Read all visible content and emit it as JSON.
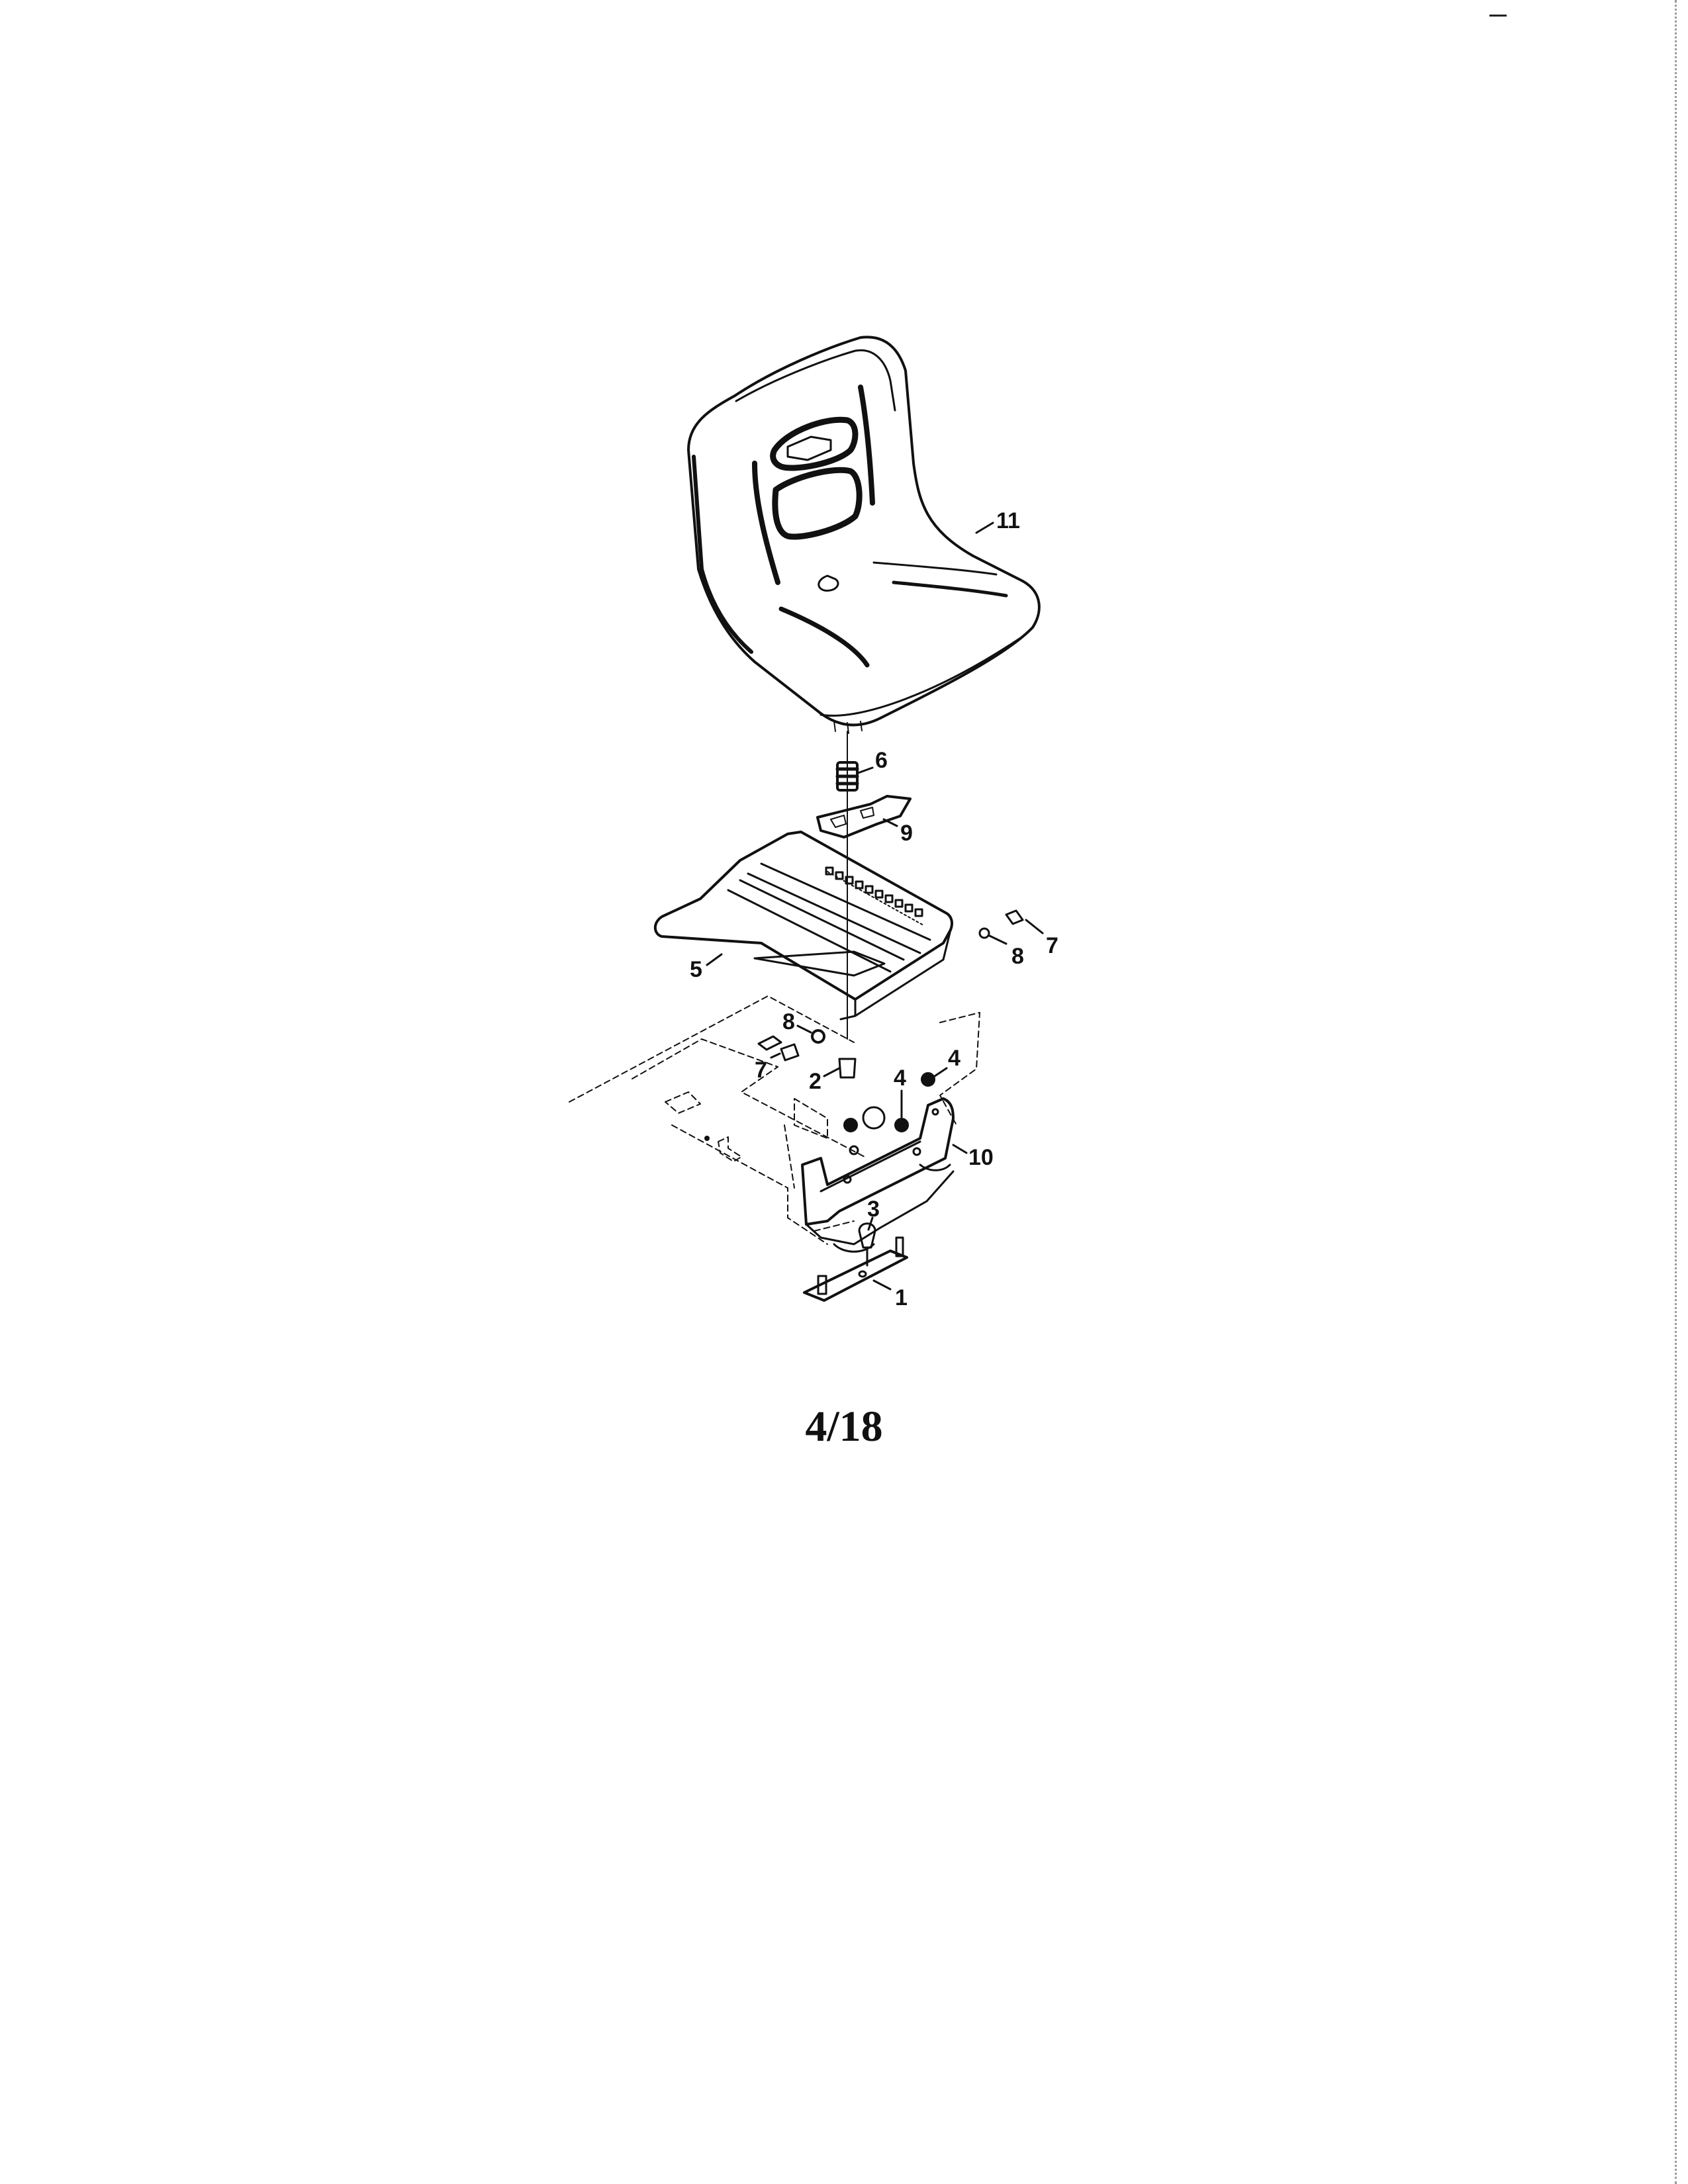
{
  "page": {
    "page_number": "4/18"
  },
  "diagram": {
    "callouts": [
      {
        "id": "c11",
        "label": "11",
        "part": "seat"
      },
      {
        "id": "c6",
        "label": "6",
        "part": "spring"
      },
      {
        "id": "c9",
        "label": "9",
        "part": "seat-latch-bracket"
      },
      {
        "id": "c7a",
        "label": "7",
        "part": "bolt"
      },
      {
        "id": "c8a",
        "label": "8",
        "part": "washer"
      },
      {
        "id": "c5",
        "label": "5",
        "part": "seat-pan"
      },
      {
        "id": "c8b",
        "label": "8",
        "part": "washer"
      },
      {
        "id": "c7b",
        "label": "7",
        "part": "bolt"
      },
      {
        "id": "c2",
        "label": "2",
        "part": "pin"
      },
      {
        "id": "c4a",
        "label": "4",
        "part": "nut"
      },
      {
        "id": "c4b",
        "label": "4",
        "part": "nut"
      },
      {
        "id": "c10",
        "label": "10",
        "part": "seat-mount-bracket"
      },
      {
        "id": "c3",
        "label": "3",
        "part": "bumper"
      },
      {
        "id": "c1",
        "label": "1",
        "part": "mounting-plate"
      }
    ]
  }
}
